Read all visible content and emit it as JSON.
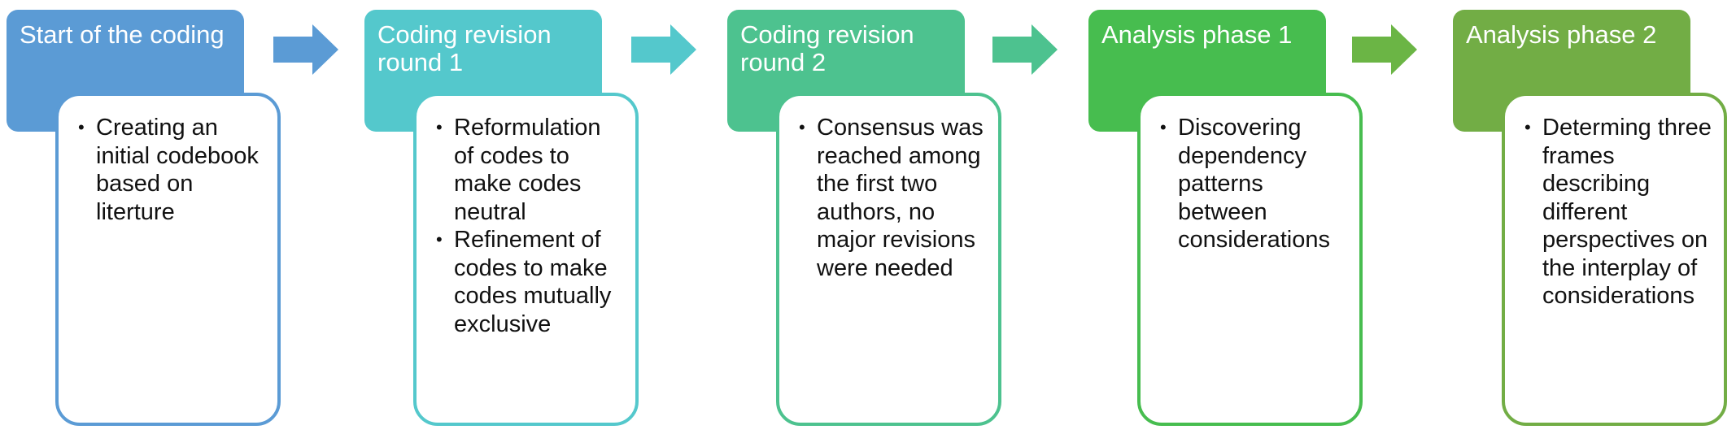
{
  "stages": [
    {
      "title": "Start of the coding",
      "color": "#5b9bd5",
      "bullets": [
        "Creating an initial codebook based on literture"
      ]
    },
    {
      "title": "Coding revision round 1",
      "color": "#54c8cc",
      "bullets": [
        "Reformulation of codes to make codes neutral",
        "Refinement of codes to make codes mutually exclusive"
      ]
    },
    {
      "title": "Coding revision round 2",
      "color": "#4dc28f",
      "bullets": [
        "Consensus was reached among the first two authors, no major revisions were needed"
      ]
    },
    {
      "title": "Analysis phase 1",
      "color": "#47bd4f",
      "bullets": [
        "Discovering dependency patterns between considerations"
      ]
    },
    {
      "title": "Analysis phase 2",
      "color": "#72ad45",
      "bullets": [
        "Determing three frames describing different perspectives on the interplay of considerations"
      ]
    }
  ],
  "arrows": [
    {
      "color": "#5b9bd5"
    },
    {
      "color": "#54c8cc"
    },
    {
      "color": "#4dc28f"
    },
    {
      "color": "#6bb545"
    }
  ]
}
